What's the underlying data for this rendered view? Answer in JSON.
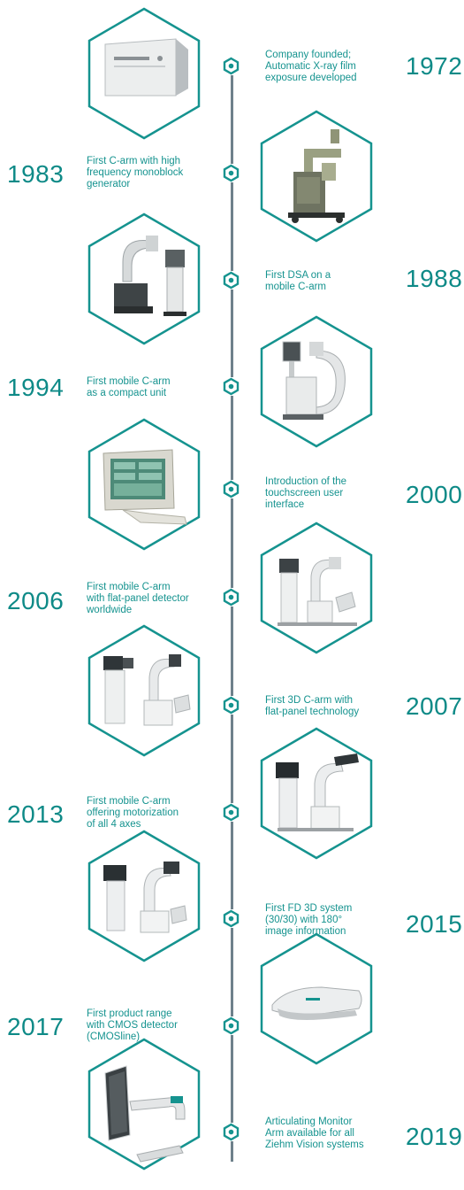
{
  "colors": {
    "accent": "#15938f",
    "year": "#0e8a87",
    "line": "#6e818b"
  },
  "milestones": [
    {
      "year": "1972",
      "text": "Company founded;\nAutomatic X-ray film\nexposure developed",
      "image": "x-ray-exposure-unit"
    },
    {
      "year": "1983",
      "text": "First C-arm with high\nfrequency monoblock\ngenerator",
      "image": "early-c-arm"
    },
    {
      "year": "1988",
      "text": "First DSA on a\nmobile C-arm",
      "image": "c-arm-with-monitor-cart"
    },
    {
      "year": "1994",
      "text": "First mobile C-arm\nas a compact unit",
      "image": "compact-c-arm"
    },
    {
      "year": "2000",
      "text": "Introduction of the\ntouchscreen user\ninterface",
      "image": "touchscreen-console"
    },
    {
      "year": "2006",
      "text": "First mobile C-arm\nwith flat-panel detector\nworldwide",
      "image": "flat-panel-c-arm"
    },
    {
      "year": "2007",
      "text": "First 3D C-arm with\nflat-panel technology",
      "image": "3d-c-arm"
    },
    {
      "year": "2013",
      "text": "First mobile C-arm\noffering motorization\nof all 4 axes",
      "image": "motorized-c-arm"
    },
    {
      "year": "2015",
      "text": "First FD 3D system\n(30/30) with 180°\nimage information",
      "image": "fd-3d-system"
    },
    {
      "year": "2017",
      "text": "First product range\nwith CMOS detector\n(CMOSline)",
      "image": "cmos-detector"
    },
    {
      "year": "2019",
      "text": "Articulating Monitor\nArm available for all\nZiehm Vision systems",
      "image": "articulating-monitor-arm"
    }
  ]
}
